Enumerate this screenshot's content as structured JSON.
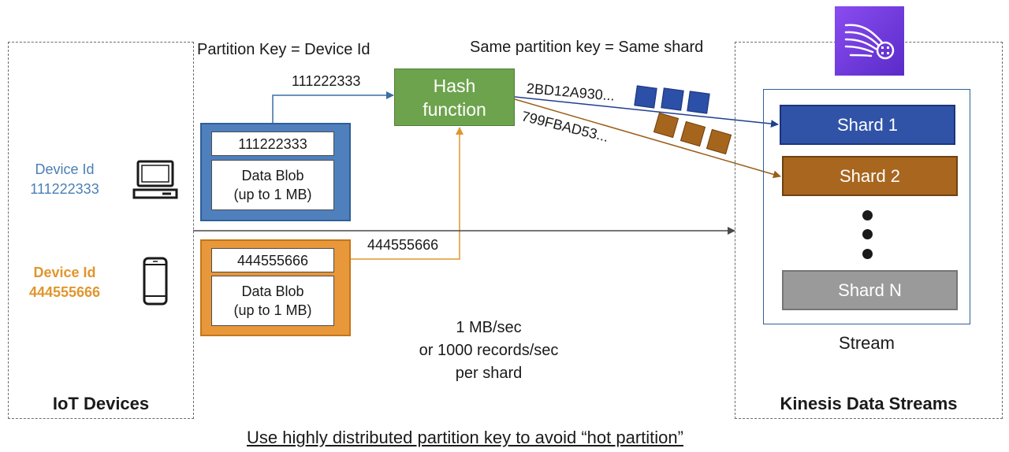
{
  "header": {
    "partition_key_label": "Partition Key = Device Id",
    "same_key_label": "Same partition key = Same shard"
  },
  "iot_devices": {
    "title": "IoT Devices",
    "device_1": {
      "label": "Device Id",
      "id": "111222333",
      "color": "#4a7fb5",
      "icon": "laptop-icon"
    },
    "device_2": {
      "label": "Device Id",
      "id": "444555666",
      "color": "#e0962e",
      "icon": "phone-icon"
    }
  },
  "records": {
    "record_1": {
      "key": "111222333",
      "blob": "Data Blob",
      "blob_size": "(up to 1 MB)",
      "color": "#4f80bd"
    },
    "record_2": {
      "key": "444555666",
      "blob": "Data Blob",
      "blob_size": "(up to 1 MB)",
      "color": "#e8973a"
    }
  },
  "hash": {
    "line1": "Hash",
    "line2": "function",
    "input_1": "111222333",
    "input_2": "444555666",
    "output_1": "2BD12A930...",
    "output_2": "799FBAD53...",
    "color": "#6da34d"
  },
  "kinesis": {
    "title": "Kinesis Data Streams",
    "icon": "kinesis-data-streams-icon",
    "stream_label": "Stream",
    "shards": [
      {
        "label": "Shard 1",
        "color": "#3053a8"
      },
      {
        "label": "Shard 2",
        "color": "#a8661f"
      },
      {
        "label": "Shard N",
        "color": "#9a9a9a"
      }
    ]
  },
  "throughput": {
    "line1": "1 MB/sec",
    "line2": "or 1000 records/sec",
    "line3": "per shard"
  },
  "footer": {
    "note": "Use highly distributed partition key to avoid “hot partition”"
  }
}
